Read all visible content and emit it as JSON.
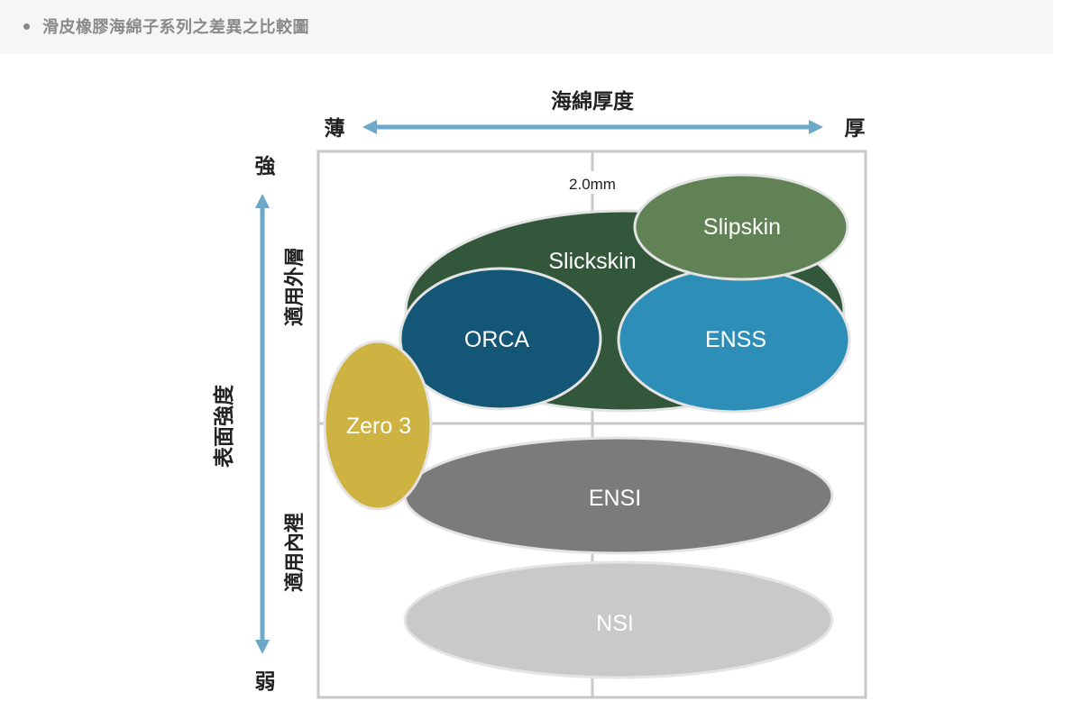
{
  "section": {
    "title": "滑皮橡膠海綿子系列之差異之比較圖"
  },
  "axes": {
    "x_title": "海綿厚度",
    "x_min_label": "薄",
    "x_max_label": "厚",
    "y_title": "表面強度",
    "y_max_label": "強",
    "y_min_label": "弱",
    "upper_zone_label": "適用外層",
    "lower_zone_label": "適用內裡",
    "center_mark_label": "2.0mm"
  },
  "products": [
    {
      "name": "Slickskin",
      "color": "#33573a"
    },
    {
      "name": "ORCA",
      "color": "#135675"
    },
    {
      "name": "ENSS",
      "color": "#2d8fb8"
    },
    {
      "name": "Slipskin",
      "color": "#608254"
    },
    {
      "name": "Zero 3",
      "color": "#cfb342"
    },
    {
      "name": "ENSI",
      "color": "#7b7b7b"
    },
    {
      "name": "NSI",
      "color": "#c9c9c9"
    }
  ],
  "colors": {
    "arrow": "#6ba8c9",
    "grid": "#c8c8c8",
    "ellipse_stroke": "#e4e4e4"
  }
}
